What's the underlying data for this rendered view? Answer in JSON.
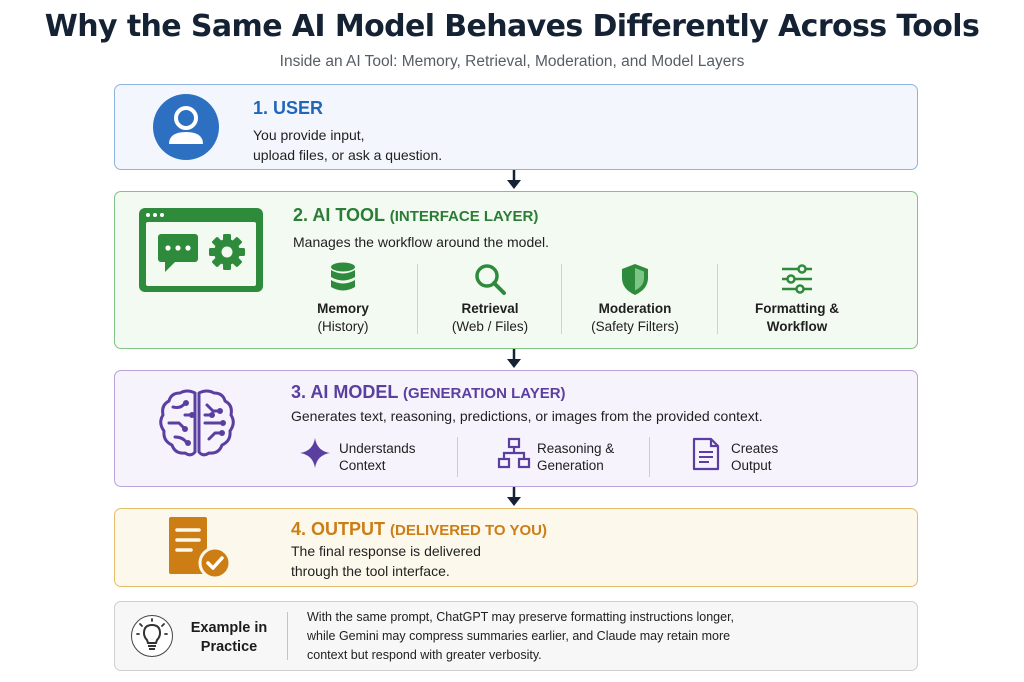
{
  "header": {
    "title": "Why the Same AI Model Behaves Differently Across Tools",
    "subtitle": "Inside an AI Tool: Memory, Retrieval, Moderation, and Model Layers"
  },
  "colors": {
    "user": "#2266b8",
    "tool": "#2b7d36",
    "model": "#5a3fa0",
    "output": "#cc7d14",
    "arrow": "#142234"
  },
  "steps": {
    "user": {
      "icon": "user-avatar-icon",
      "heading": "1. USER",
      "description_line1": "You provide input,",
      "description_line2": "upload files, or ask a question."
    },
    "tool": {
      "icon": "app-window-chat-gear-icon",
      "heading": "2. AI TOOL",
      "heading_sub": "(INTERFACE LAYER)",
      "description": "Manages the workflow around the model.",
      "features": [
        {
          "icon": "database-icon",
          "name": "Memory",
          "detail": "(History)"
        },
        {
          "icon": "search-icon",
          "name": "Retrieval",
          "detail": "(Web / Files)"
        },
        {
          "icon": "shield-icon",
          "name": "Moderation",
          "detail": "(Safety Filters)"
        },
        {
          "icon": "sliders-icon",
          "name": "Formatting &",
          "detail": "Workflow"
        }
      ]
    },
    "model": {
      "icon": "brain-circuit-icon",
      "heading": "3. AI MODEL",
      "heading_sub": "(GENERATION LAYER)",
      "description": "Generates text, reasoning, predictions, or images from the provided context.",
      "features": [
        {
          "icon": "sparkle-icon",
          "line1": "Understands",
          "line2": "Context"
        },
        {
          "icon": "hierarchy-icon",
          "line1": "Reasoning &",
          "line2": "Generation"
        },
        {
          "icon": "document-icon",
          "line1": "Creates",
          "line2": "Output"
        }
      ]
    },
    "output": {
      "icon": "document-check-icon",
      "heading": "4. OUTPUT",
      "heading_sub": "(DELIVERED TO YOU)",
      "description_line1": "The final response is delivered",
      "description_line2": "through the tool interface."
    }
  },
  "example": {
    "icon": "lightbulb-icon",
    "label_line1": "Example in",
    "label_line2": "Practice",
    "text_line1": "With the same prompt, ChatGPT may preserve formatting instructions longer,",
    "text_line2": "while Gemini may compress summaries earlier, and Claude may retain more",
    "text_line3": "context but respond with greater verbosity."
  }
}
